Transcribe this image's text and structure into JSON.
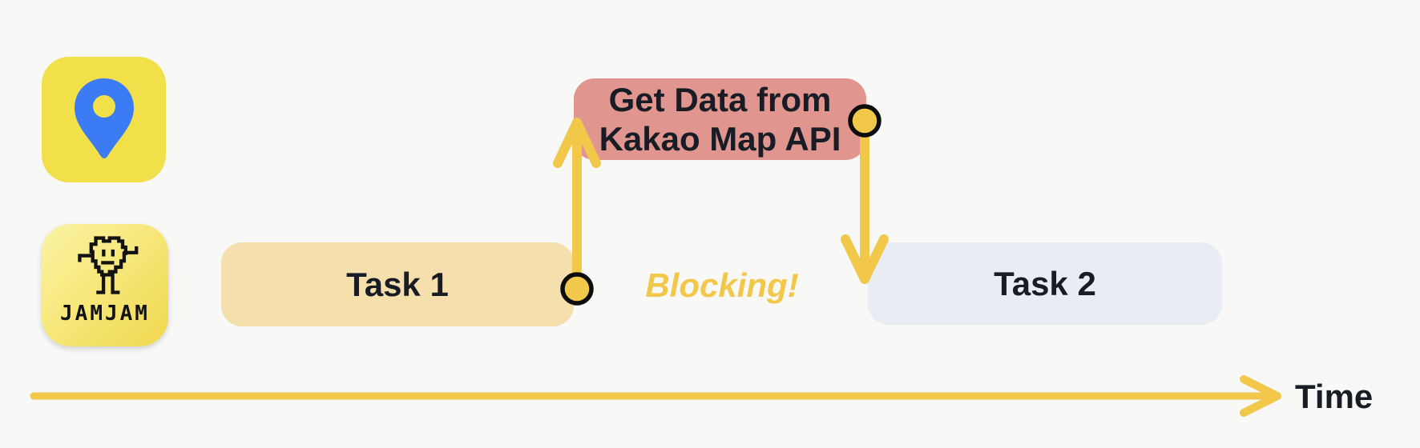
{
  "colors": {
    "background": "#f8f8f7",
    "arrow_yellow": "#f2c84b",
    "connector_ring_black": "#0d0d0d",
    "kakao_icon_yellow": "#f2e04b",
    "map_pin_blue": "#3b7cf5",
    "task1_fill": "#f5dfad",
    "api_box_fill": "#e0958f",
    "task2_fill": "#e7edf3",
    "text_dark": "#181c25"
  },
  "lanes": {
    "kakao_map": {
      "icon": "kakao-map-pin-icon"
    },
    "jamjam": {
      "icon": "jamjam-pixel-character-icon",
      "label": "JAMJAM"
    }
  },
  "diagram": {
    "task1_label": "Task 1",
    "api_label_lines": [
      "Get Data from",
      "Kakao Map API"
    ],
    "task2_label": "Task 2",
    "blocking_label": "Blocking!",
    "time_label": "Time"
  }
}
